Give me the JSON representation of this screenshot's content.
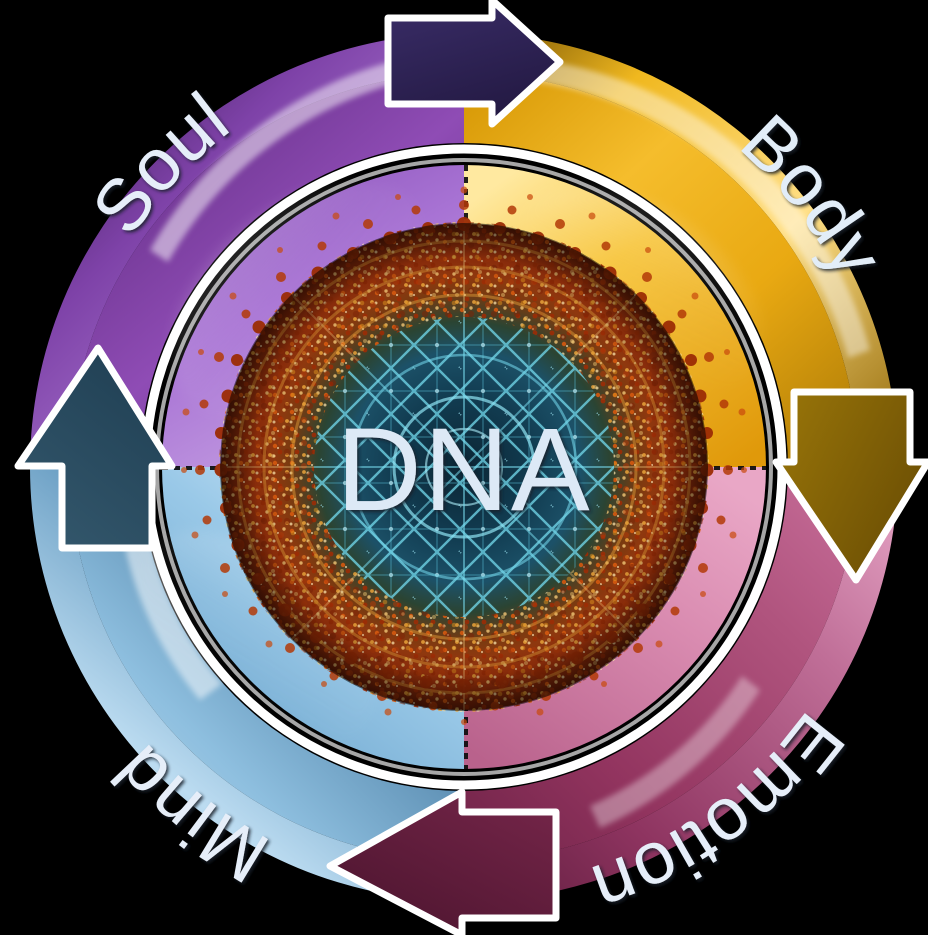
{
  "diagram": {
    "title": "DNA",
    "center_label": "DNA",
    "center_label_color": "#dde9f6",
    "background_color": "#000000",
    "type": "cyclic-quadrant-wheel",
    "rotation_direction": "clockwise",
    "segments": [
      {
        "id": "soul",
        "label": "Soul",
        "position": "top-left",
        "start_angle_deg": 270,
        "end_angle_deg": 360,
        "band_color": "#6d3590",
        "band_color_light": "#a86fd0",
        "band_color_dark": "#4a1f66",
        "inner_color": "#9a63c8",
        "inner_color_light": "#c59fe2",
        "label_color": "#e6eef9"
      },
      {
        "id": "body",
        "label": "Body",
        "position": "top-right",
        "start_angle_deg": 0,
        "end_angle_deg": 90,
        "band_color": "#e8a813",
        "band_color_light": "#ffd86b",
        "band_color_dark": "#9c6f05",
        "inner_color": "#f0b528",
        "inner_color_light": "#ffe9a8",
        "label_color": "#e2edf8"
      },
      {
        "id": "emotion",
        "label": "Emotion",
        "position": "bottom-right",
        "start_angle_deg": 90,
        "end_angle_deg": 180,
        "band_color": "#b0547e",
        "band_color_light": "#e49bbd",
        "band_color_dark": "#7d2a52",
        "inner_color": "#d684ab",
        "inner_color_light": "#f0bcd4",
        "label_color": "#e6eef9"
      },
      {
        "id": "mind",
        "label": "Mind",
        "position": "bottom-left",
        "start_angle_deg": 180,
        "end_angle_deg": 270,
        "band_color": "#3c6f96",
        "band_color_light": "#9dc9e6",
        "band_color_dark": "#23506f",
        "inner_color": "#7db5dd",
        "inner_color_light": "#cfe6f6",
        "label_color": "#e6eef9"
      }
    ],
    "arrows": [
      {
        "id": "soul-to-body",
        "from": "soul",
        "to": "body",
        "direction": "right",
        "color": "#32275c",
        "color_dark": "#241a45",
        "outline_color": "#ffffff"
      },
      {
        "id": "body-to-emotion",
        "from": "body",
        "to": "emotion",
        "direction": "down",
        "color": "#8d6a08",
        "color_dark": "#6e5105",
        "outline_color": "#ffffff"
      },
      {
        "id": "emotion-to-mind",
        "from": "emotion",
        "to": "mind",
        "direction": "left",
        "color": "#6b2243",
        "color_dark": "#501632",
        "outline_color": "#ffffff"
      },
      {
        "id": "mind-to-soul",
        "from": "mind",
        "to": "soul",
        "direction": "up",
        "color": "#2d5064",
        "color_dark": "#1f3b4c",
        "outline_color": "#ffffff"
      }
    ],
    "separator_color": "#ffffff",
    "divider_color": "#111111",
    "nucleus": {
      "name": "dna-molecule",
      "core_color": "#0d2a3a",
      "web_color": "#6fd8e8",
      "shell_color": "#a8360d",
      "speckle_color": "#e8c878"
    }
  }
}
